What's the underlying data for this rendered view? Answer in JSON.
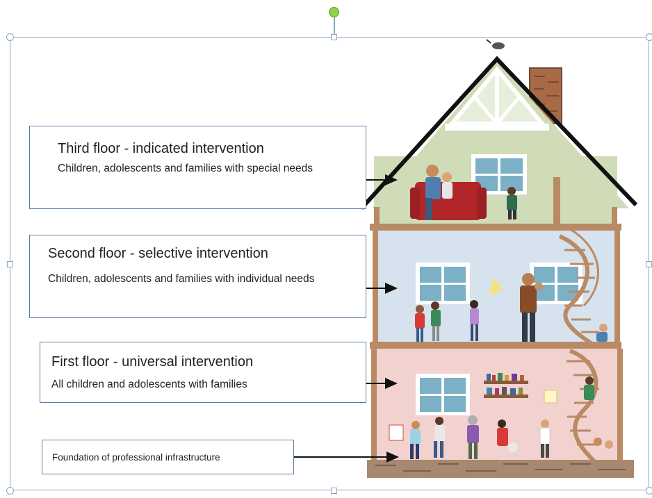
{
  "labels": {
    "third_floor": {
      "title": "Third floor - indicated intervention",
      "desc": "Children, adolescents and families with special needs"
    },
    "second_floor": {
      "title": "Second floor - selective intervention",
      "desc": "Children, adolescents and families with individual needs"
    },
    "first_floor": {
      "title": "First floor - universal intervention",
      "desc": "All children and adolescents with families"
    },
    "foundation": {
      "title": "Foundation of professional infrastructure"
    }
  },
  "colors": {
    "third_floor_wall": "#cfdcb7",
    "second_floor_wall": "#d6e3ef",
    "first_floor_wall": "#f2d2cf",
    "frame_wood": "#b98a63",
    "foundation_stone": "#a8896f",
    "selection_border": "#8aa3c2",
    "label_border": "#5b7ea6"
  }
}
